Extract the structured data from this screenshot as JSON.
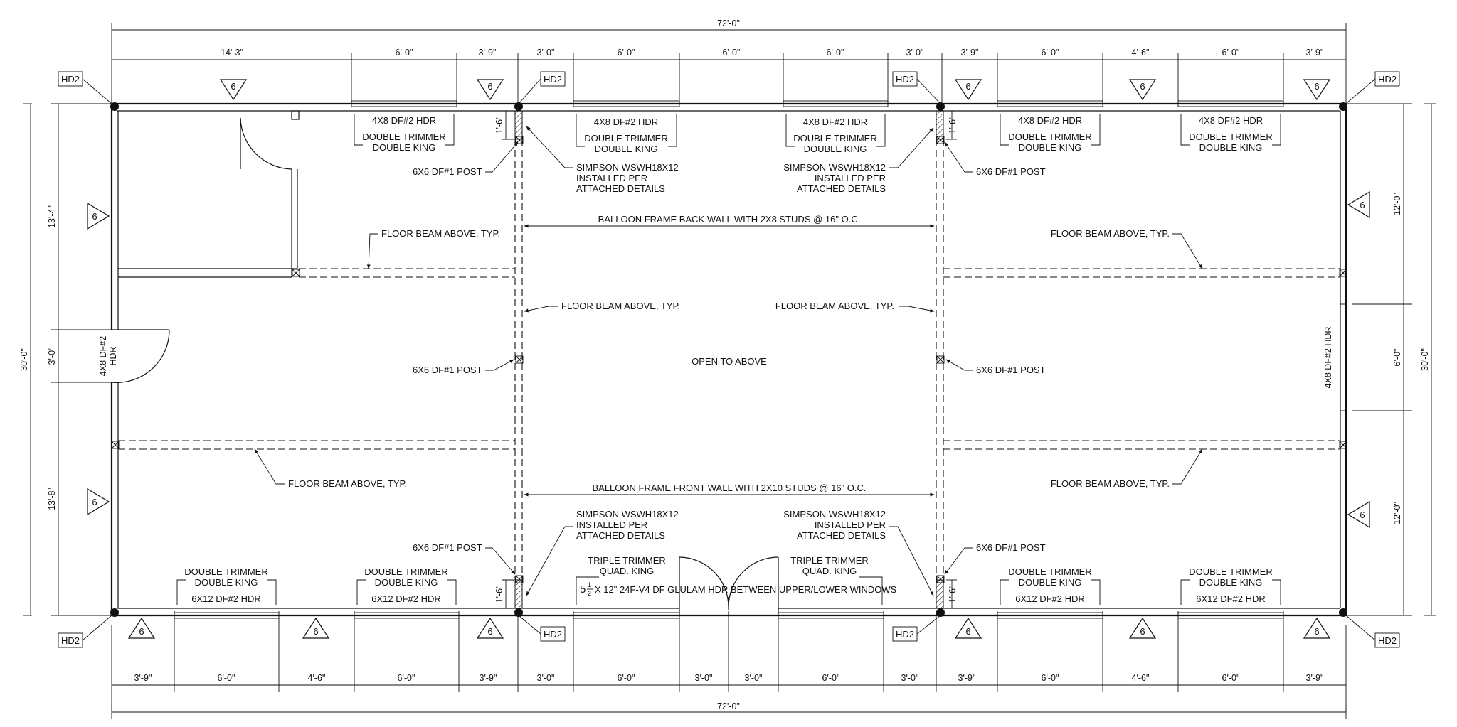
{
  "dimensions": {
    "overall_top": "72'-0\"",
    "overall_bottom": "72'-0\"",
    "top_segments": [
      "14'-3\"",
      "6'-0\"",
      "3'-9\"",
      "3'-0\"",
      "6'-0\"",
      "6'-0\"",
      "6'-0\"",
      "3'-0\"",
      "3'-9\"",
      "6'-0\"",
      "4'-6\"",
      "6'-0\"",
      "3'-9\""
    ],
    "bottom_segments": [
      "3'-9\"",
      "6'-0\"",
      "4'-6\"",
      "6'-0\"",
      "3'-9\"",
      "3'-0\"",
      "6'-0\"",
      "3'-0\"",
      "3'-0\"",
      "6'-0\"",
      "3'-0\"",
      "3'-9\"",
      "6'-0\"",
      "4'-6\"",
      "6'-0\"",
      "3'-9\""
    ],
    "left_segments": [
      "13'-4\"",
      "3'-0\"",
      "13'-8\""
    ],
    "left_overall": "30'-0\"",
    "right_segments": [
      "12'-0\"",
      "6'-0\"",
      "12'-0\""
    ],
    "right_overall": "30'-0\"",
    "post_offset": "1'-6\""
  },
  "tags": {
    "hold_down": "HD2",
    "shear_wall": "6"
  },
  "labels": {
    "header_4x8": "4X8 DF#2 HDR",
    "header_6x12": "6X12 DF#2 HDR",
    "double_trimmer": "DOUBLE TRIMMER",
    "double_king": "DOUBLE KING",
    "triple_trimmer": "TRIPLE TRIMMER",
    "quad_king": "QUAD. KING",
    "post": "6X6 DF#1 POST",
    "simpson_1": "SIMPSON WSWH18X12",
    "simpson_2": "INSTALLED PER",
    "simpson_3": "ATTACHED DETAILS",
    "floor_beam": "FLOOR BEAM ABOVE, TYP.",
    "back_wall": "BALLOON FRAME BACK WALL WITH 2X8 STUDS @ 16\" O.C.",
    "front_wall": "BALLOON FRAME FRONT WALL WITH 2X10 STUDS @ 16\" O.C.",
    "open_above": "OPEN TO ABOVE",
    "glulam": "X 12\" 24F-V4 DF GLULAM HDR BETWEEN UPPER/LOWER WINDOWS",
    "glulam_whole": "5",
    "glulam_num": "1",
    "glulam_den": "2",
    "side_header_1": "4X8 DF#2",
    "side_header_2": "HDR",
    "right_header": "4X8 DF#2 HDR"
  }
}
